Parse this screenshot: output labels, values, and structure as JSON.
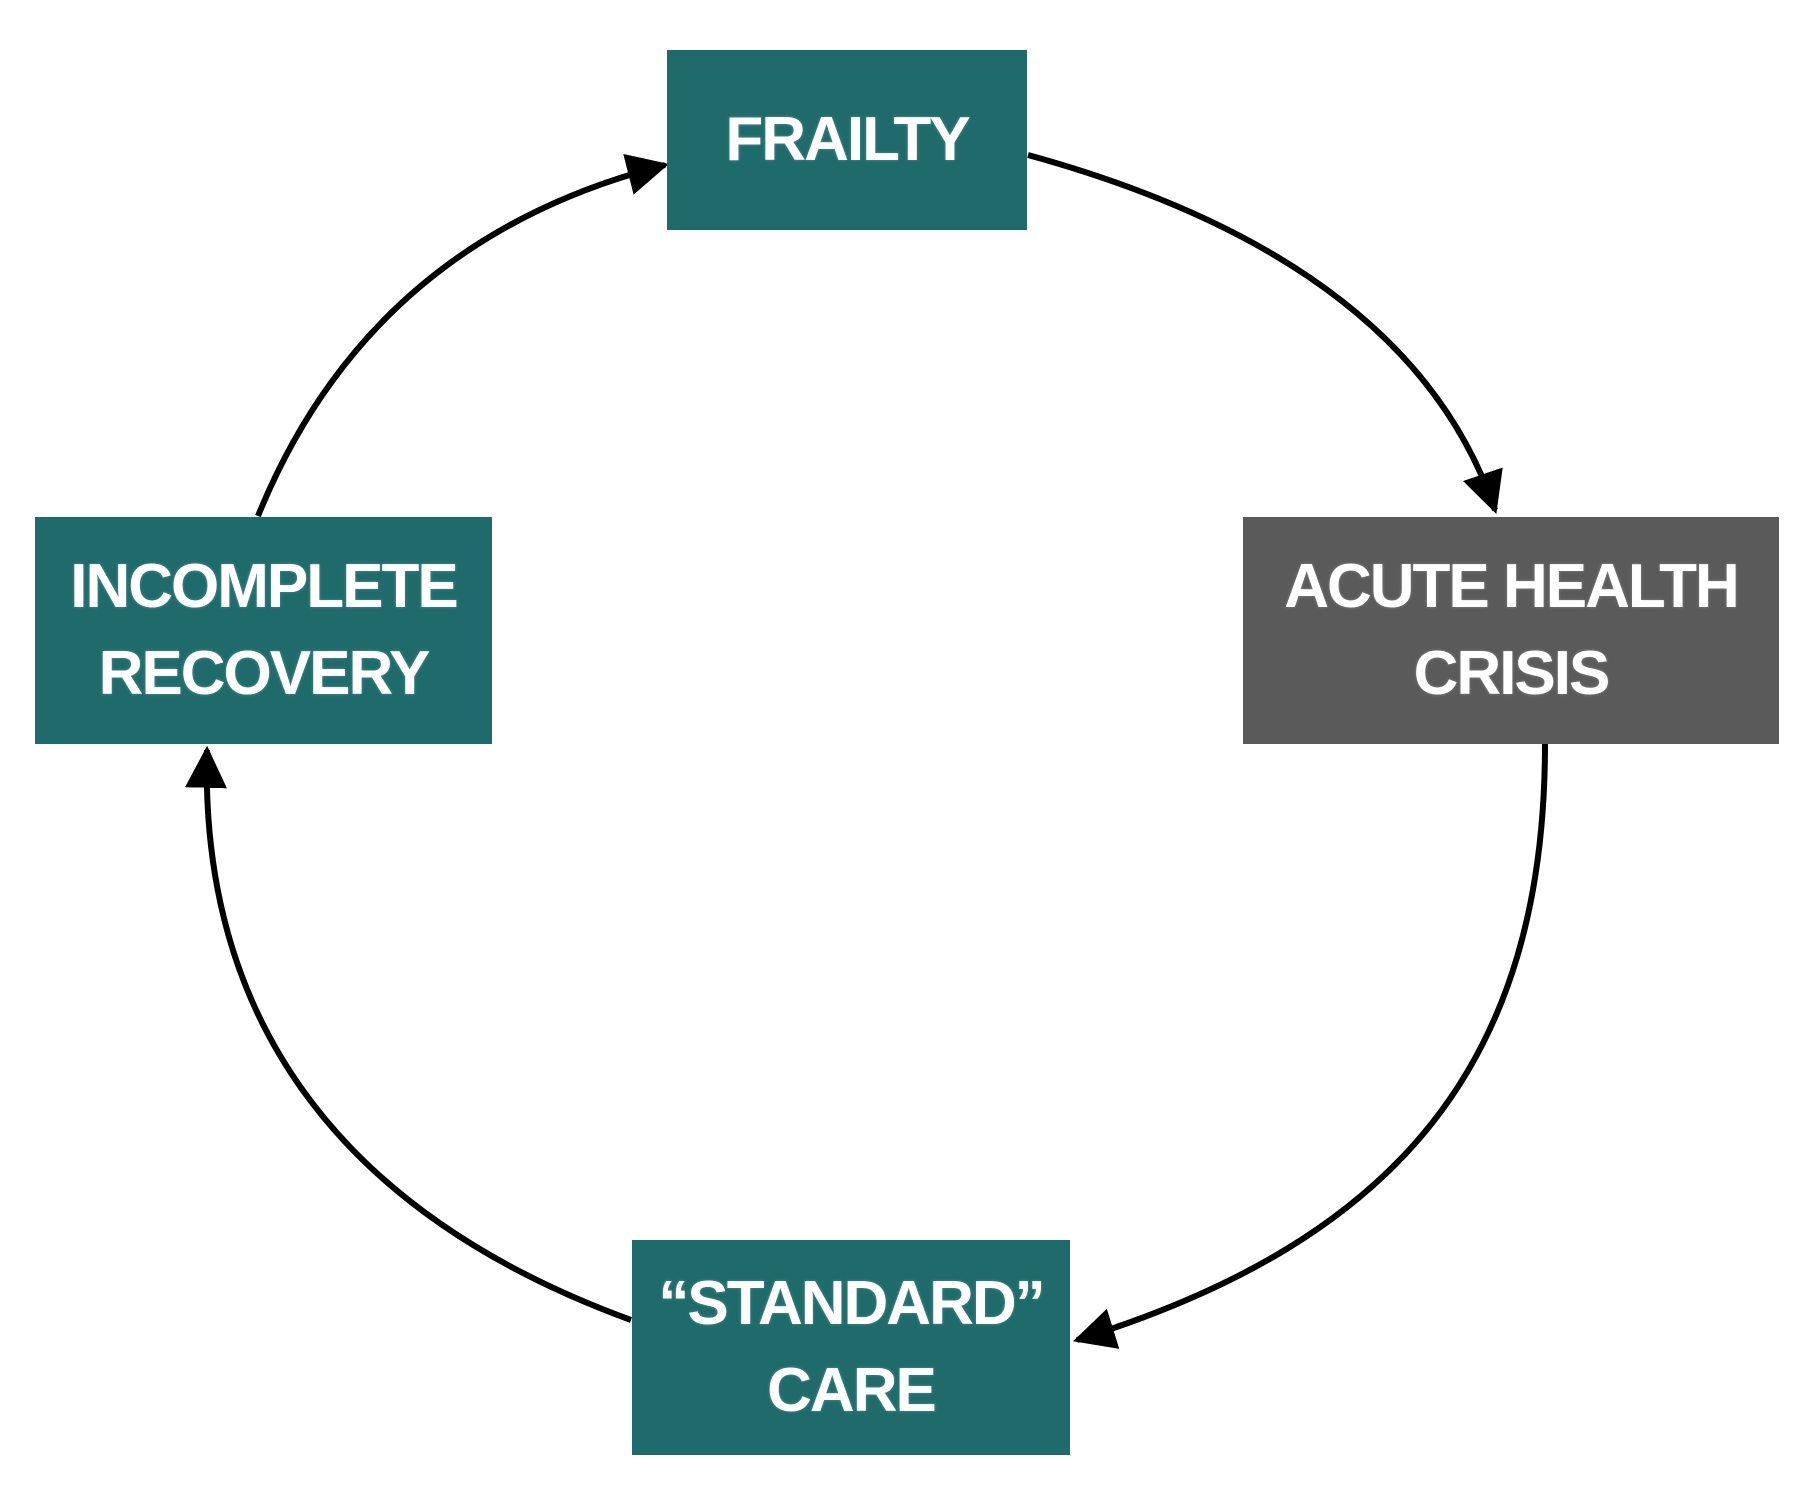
{
  "diagram": {
    "colors": {
      "teal_box": "#1f6b6b",
      "gray_box": "#5a5a5a",
      "arrow": "#000000",
      "text": "#ffffff"
    },
    "nodes": [
      {
        "id": "frailty",
        "lines": [
          "FRAILTY"
        ],
        "color": "#1f6b6b"
      },
      {
        "id": "acute",
        "lines": [
          "ACUTE HEALTH",
          "CRISIS"
        ],
        "color": "#5a5a5a"
      },
      {
        "id": "standard",
        "lines": [
          "“STANDARD”",
          "CARE"
        ],
        "color": "#1f6b6b"
      },
      {
        "id": "recovery",
        "lines": [
          "INCOMPLETE",
          "RECOVERY"
        ],
        "color": "#1f6b6b"
      }
    ],
    "edges": [
      {
        "from": "frailty",
        "to": "acute"
      },
      {
        "from": "acute",
        "to": "standard"
      },
      {
        "from": "standard",
        "to": "recovery"
      },
      {
        "from": "recovery",
        "to": "frailty"
      }
    ]
  }
}
